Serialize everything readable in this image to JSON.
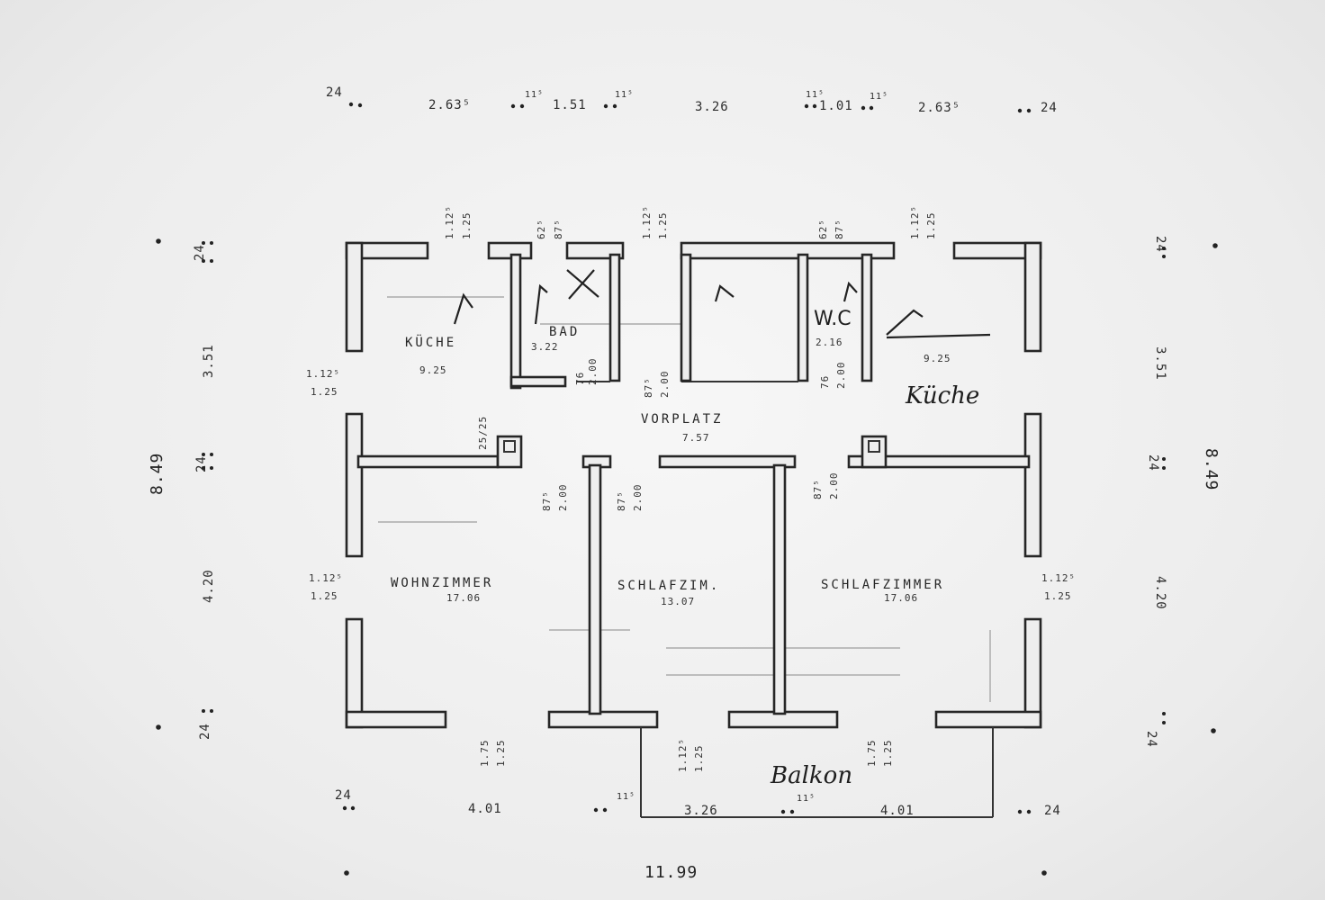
{
  "rooms": {
    "kueche_left": {
      "label": "KÜCHE",
      "area": "9.25"
    },
    "bad": {
      "label": "BAD",
      "area": "3.22"
    },
    "wc": {
      "label": "W.C",
      "area": "2.16"
    },
    "kueche_right": {
      "label": "Küche",
      "area": "9.25"
    },
    "vorplatz": {
      "label": "VORPLATZ",
      "area": "7.57"
    },
    "wohnzimmer": {
      "label": "WOHNZIMMER",
      "area": "17.06"
    },
    "schlafzimmer_mid": {
      "label": "SCHLAFZIM.",
      "area": "13.07"
    },
    "schlafzimmer_right": {
      "label": "SCHLAFZIMMER",
      "area": "17.06"
    },
    "balkon": {
      "label": "Balkon"
    }
  },
  "top_dims": [
    "24",
    "2.63⁵",
    "11⁵",
    "1.51",
    "11⁵",
    "3.26",
    "11⁵",
    "1.01",
    "11⁵",
    "2.63⁵",
    "24"
  ],
  "bottom_dims": [
    "24",
    "4.01",
    "11⁵",
    "3.26",
    "11⁵",
    "4.01",
    "24"
  ],
  "overall_width": "11.99",
  "left_dims": [
    "24",
    "3.51",
    "24",
    "4.20",
    "24"
  ],
  "right_dims": [
    "24",
    "3.51",
    "24",
    "4.20",
    "24"
  ],
  "overall_depth": "8.49",
  "openings": {
    "window": [
      "1.12⁵",
      "1.25"
    ],
    "door_std": [
      "87⁵",
      "2.00"
    ],
    "door_small": [
      "76",
      "2.00"
    ],
    "bad_window": [
      "62⁵",
      "87⁵"
    ],
    "balkon_window": [
      "1.75",
      "1.25"
    ],
    "chimney": "25/25"
  }
}
